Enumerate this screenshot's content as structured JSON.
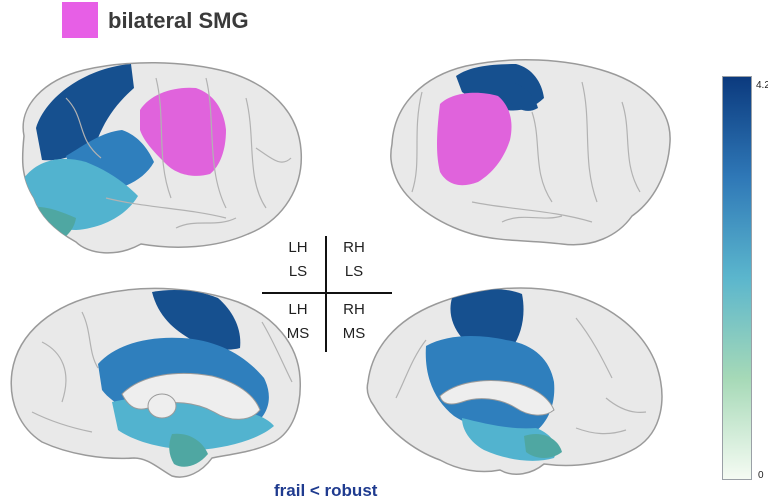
{
  "legend": {
    "label": "bilateral SMG",
    "color": "#e75fe6"
  },
  "quadrants": {
    "top_left": [
      "LH",
      "LS"
    ],
    "top_right": [
      "RH",
      "LS"
    ],
    "bottom_left": [
      "LH",
      "MS"
    ],
    "bottom_right": [
      "RH",
      "MS"
    ]
  },
  "colorbar": {
    "max_label": "4.2",
    "min_label": "0",
    "colors": [
      "#0b3a7e",
      "#2f78b7",
      "#5bb6cd",
      "#a6d9b7",
      "#f5fbf3"
    ]
  },
  "caption": {
    "text": "frail < robust",
    "color": "#1f3b8f"
  },
  "colors": {
    "brain_surface": "#e9e9e9",
    "brain_outline": "#9a9a9a",
    "dark_blue": "#16508f",
    "mid_blue": "#2f7fbd",
    "light_blue": "#52b3cf",
    "teal": "#4fa7a2",
    "magenta": "#e063dc"
  }
}
